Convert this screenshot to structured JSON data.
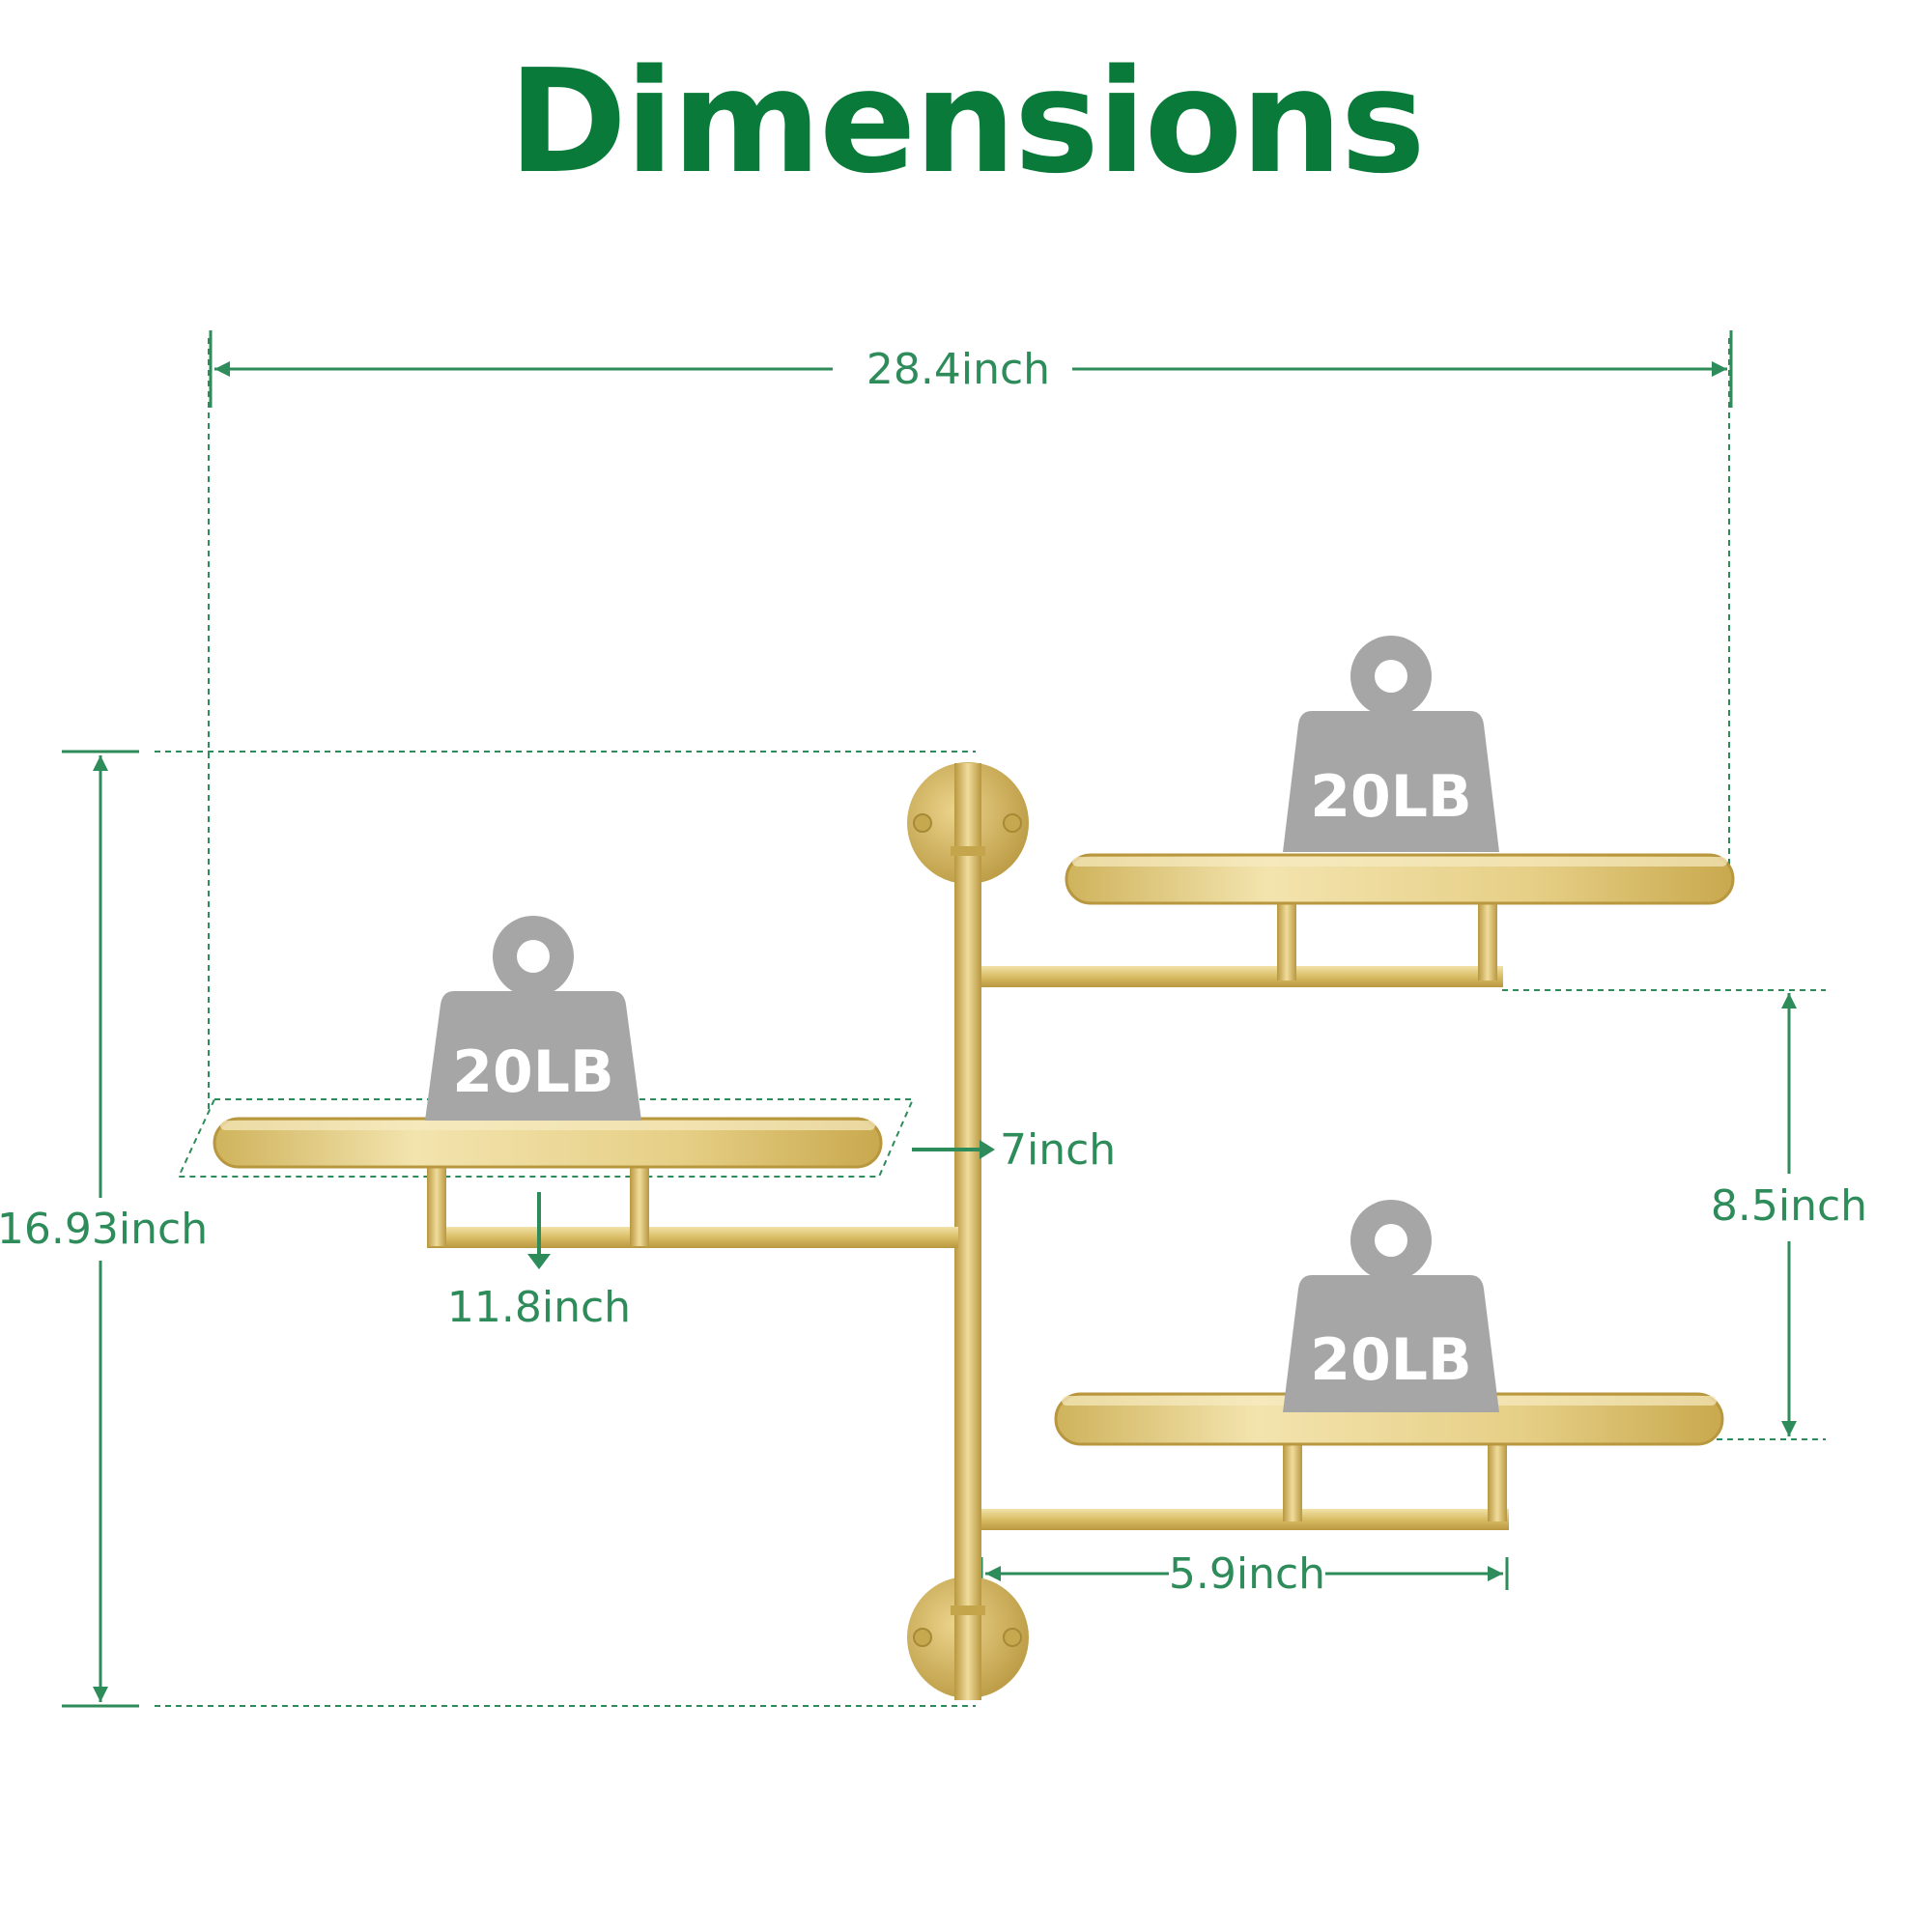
{
  "title": "Dimensions",
  "dimensions": {
    "total_width": "28.4inch",
    "total_height": "16.93inch",
    "shelf_spacing": "8.5inch",
    "tray_depth": "7inch",
    "tray_diameter": "11.8inch",
    "arm_length": "5.9inch"
  },
  "load_capacity": {
    "top_right": "20LB",
    "left": "20LB",
    "bottom_right": "20LB"
  },
  "colors": {
    "title": "#0a7a3a",
    "dimension_lines": "#2e8b5a",
    "metal": "#d4b65c",
    "weight_icon": "#a6a6a6"
  },
  "icons": [
    "weight-icon",
    "wall-mount-plate",
    "arrow-icon"
  ]
}
